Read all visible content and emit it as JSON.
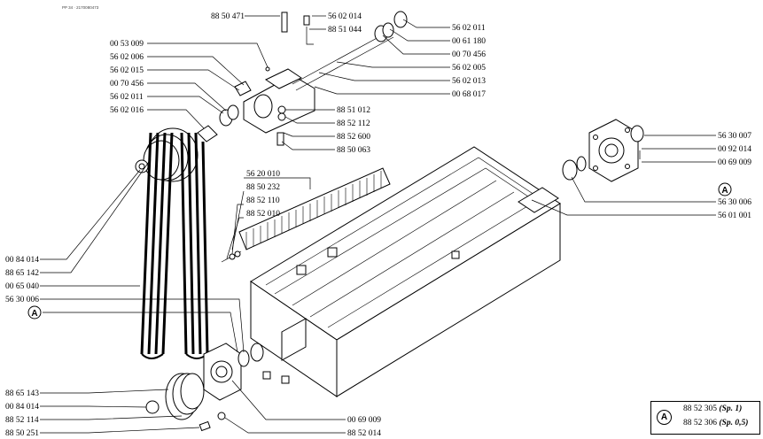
{
  "header_code": "PP 34 · 2170080473",
  "callouts": [
    {
      "id": "c1",
      "text": "88 50 471"
    },
    {
      "id": "c2",
      "text": "56 02 014"
    },
    {
      "id": "c3",
      "text": "88 51 044"
    },
    {
      "id": "c4",
      "text": "56 02 011"
    },
    {
      "id": "c5",
      "text": "00 61 180"
    },
    {
      "id": "c6",
      "text": "00 53 009"
    },
    {
      "id": "c7",
      "text": "00 70 456"
    },
    {
      "id": "c8",
      "text": "56 02 006"
    },
    {
      "id": "c9",
      "text": "56 02 005"
    },
    {
      "id": "c10",
      "text": "56 02 015"
    },
    {
      "id": "c11",
      "text": "56 02 013"
    },
    {
      "id": "c12",
      "text": "00 70 456"
    },
    {
      "id": "c13",
      "text": "00 68 017"
    },
    {
      "id": "c14",
      "text": "56 02 011"
    },
    {
      "id": "c15",
      "text": "88 51 012"
    },
    {
      "id": "c16",
      "text": "56 02 016"
    },
    {
      "id": "c17",
      "text": "88 52 112"
    },
    {
      "id": "c18",
      "text": "88 52 600"
    },
    {
      "id": "c19",
      "text": "88 50 063"
    },
    {
      "id": "c20",
      "text": "56 30 007"
    },
    {
      "id": "c21",
      "text": "00 92 014"
    },
    {
      "id": "c22",
      "text": "00 69 009"
    },
    {
      "id": "c23",
      "text": "56 20 010"
    },
    {
      "id": "c24",
      "text": "88 50 232"
    },
    {
      "id": "c25",
      "text": "88 52 110"
    },
    {
      "id": "c26",
      "text": "88 52 010"
    },
    {
      "id": "c27",
      "text": "56 30 006"
    },
    {
      "id": "c28",
      "text": "56 01 001"
    },
    {
      "id": "c29",
      "text": "00 84 014"
    },
    {
      "id": "c30",
      "text": "88 65 142"
    },
    {
      "id": "c31",
      "text": "00 65 040"
    },
    {
      "id": "c32",
      "text": "56 30 006"
    },
    {
      "id": "c33",
      "text": "88 65 143"
    },
    {
      "id": "c34",
      "text": "00 84 014"
    },
    {
      "id": "c35",
      "text": "88 52 114"
    },
    {
      "id": "c36",
      "text": "88 50 251"
    },
    {
      "id": "c37",
      "text": "00 69 009"
    },
    {
      "id": "c38",
      "text": "88 52 014"
    }
  ],
  "markers": [
    {
      "id": "m1",
      "text": "A"
    },
    {
      "id": "m2",
      "text": "A"
    }
  ],
  "legend": {
    "marker": "A",
    "row1_code": "88 52 305",
    "row1_note": "(Sp. 1)",
    "row2_code": "88 52 306",
    "row2_note": "(Sp. 0,5)"
  }
}
